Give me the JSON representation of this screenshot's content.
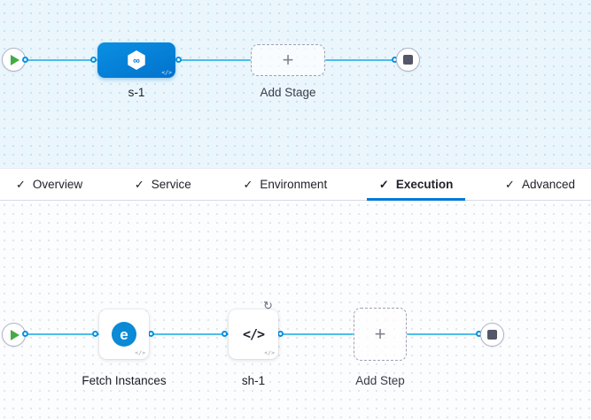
{
  "stage_canvas": {
    "stage": {
      "label": "s-1",
      "icon_glyph": "∞",
      "code_badge": "</>"
    },
    "add_stage": {
      "label": "Add Stage",
      "plus_glyph": "+"
    }
  },
  "tab_bar": {
    "tabs": [
      {
        "label": "Overview",
        "check_glyph": "✓",
        "active": false
      },
      {
        "label": "Service",
        "check_glyph": "✓",
        "active": false
      },
      {
        "label": "Environment",
        "check_glyph": "✓",
        "active": false
      },
      {
        "label": "Execution",
        "check_glyph": "✓",
        "active": true
      },
      {
        "label": "Advanced",
        "check_glyph": "✓",
        "active": false
      }
    ]
  },
  "execution_canvas": {
    "steps": [
      {
        "label": "Fetch Instances",
        "icon_glyph": "e",
        "code_badge": "</>"
      },
      {
        "label": "sh-1",
        "icon_glyph": "</>",
        "code_badge": "</>",
        "loop_glyph": "↻"
      }
    ],
    "add_step": {
      "label": "Add Step",
      "plus_glyph": "+"
    }
  },
  "colors": {
    "accent_blue": "#0278d5",
    "connector_blue": "#0092e4",
    "canvas_top_bg": "#eaf6fc",
    "canvas_bottom_bg": "#fcfdfe",
    "play_green": "#42ab45",
    "stop_dark": "#545669"
  }
}
